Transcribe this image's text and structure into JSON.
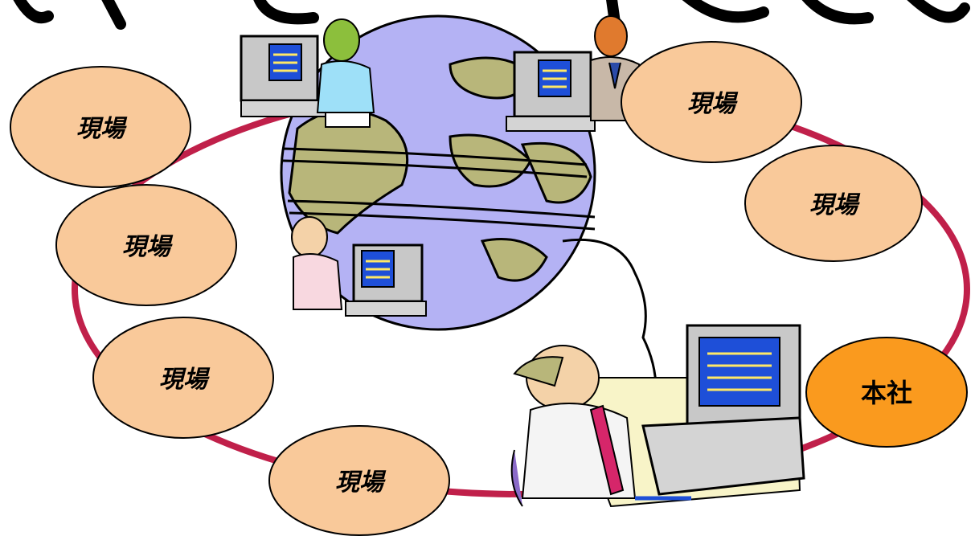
{
  "title_visible": "",
  "sites": [
    {
      "label": "現場"
    },
    {
      "label": "現場"
    },
    {
      "label": "現場"
    },
    {
      "label": "現場"
    },
    {
      "label": "現場"
    },
    {
      "label": "現場"
    }
  ],
  "headquarters": {
    "label": "本社"
  },
  "colors": {
    "ring": "#c0204a",
    "site_fill": "#f9c99a",
    "hq_fill": "#fa9a1e",
    "globe_ocean": "#b4b2f4",
    "globe_land": "#b8b67a",
    "monitor_screen": "#1e4fd8"
  },
  "icons": [
    "globe-icon",
    "computer-user-icon",
    "office-worker-icon"
  ]
}
